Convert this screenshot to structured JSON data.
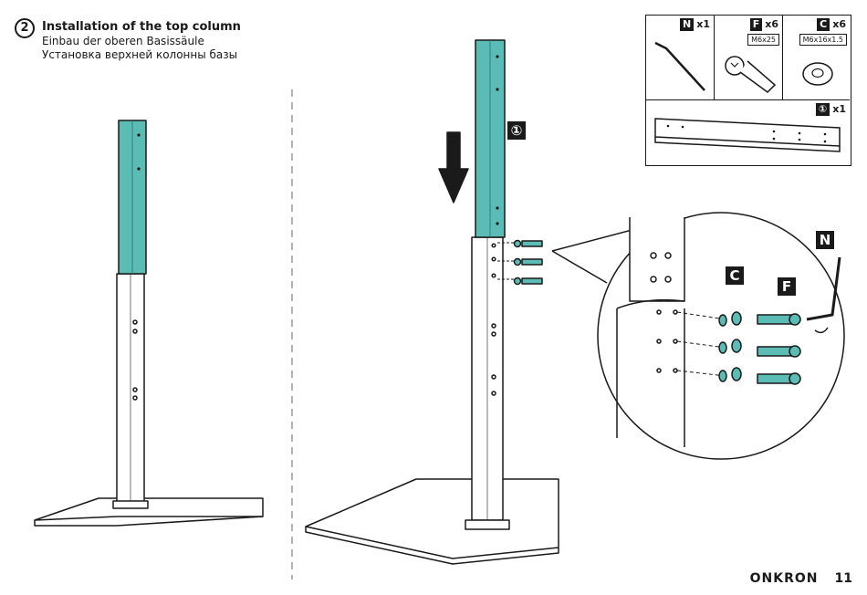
{
  "step": {
    "number": "2",
    "title_en": "Installation of the top column",
    "title_de": "Einbau der oberen Basissäule",
    "title_ru": "Установка верхней колонны базы"
  },
  "parts": {
    "hex_key": {
      "tag": "N",
      "qty": "x1"
    },
    "bolt": {
      "tag": "F",
      "qty": "x6",
      "size": "M6x25"
    },
    "washer": {
      "tag": "C",
      "qty": "x6",
      "size": "M6x16x1.5"
    },
    "column": {
      "tag": "①",
      "qty": "x1"
    }
  },
  "callouts": {
    "column_tag": "①",
    "washer_tag": "C",
    "bolt_tag": "F",
    "key_tag": "N"
  },
  "footer": {
    "brand": "ONKRON",
    "page_number": "11"
  },
  "colors": {
    "teal": "#5bbcb5",
    "ink": "#1a1a1a",
    "light_gray": "#f2f2f2"
  }
}
